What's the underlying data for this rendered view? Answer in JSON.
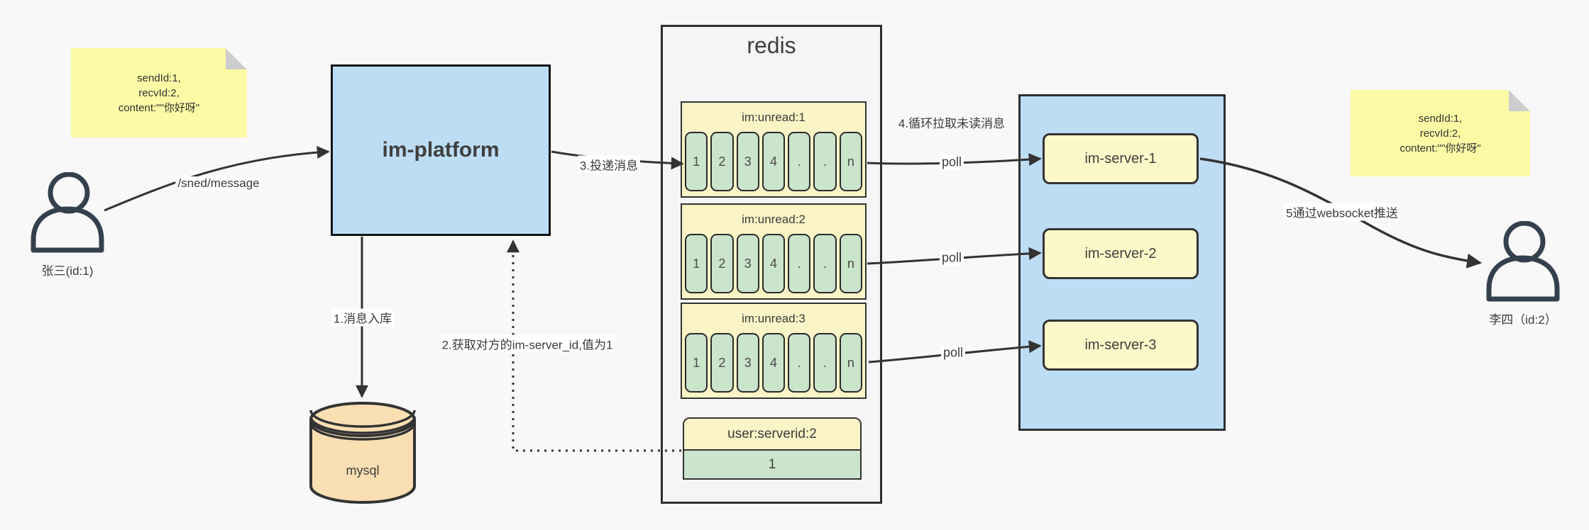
{
  "colors": {
    "background": "#f8f8f8",
    "note_yellow": "#fcfaa5",
    "container_blue": "#bdddf5",
    "server_yellow": "#fcf8c9",
    "header_yellow": "#faf4c6",
    "cell_green": "#cbe4cc",
    "mysql_orange": "#fadfb3",
    "redis_gray": "#f5f5f5",
    "line_dark": "#333333"
  },
  "notes": {
    "left": {
      "line1": "sendId:1,",
      "line2": "recvId:2,",
      "line3": "content:\"\"你好呀\""
    },
    "right": {
      "line1": "sendId:1,",
      "line2": "recvId:2,",
      "line3": "content:\"\"你好呀\""
    }
  },
  "actors": {
    "sender": {
      "label": "张三(id:1)"
    },
    "receiver": {
      "label": "李四（id:2）"
    }
  },
  "platform": {
    "title": "im-platform"
  },
  "database": {
    "title": "mysql"
  },
  "redis": {
    "title": "redis",
    "queues": [
      {
        "header": "im:unread:1",
        "cells": [
          "1",
          "2",
          "3",
          "4",
          ".",
          ".",
          "n"
        ]
      },
      {
        "header": "im:unread:2",
        "cells": [
          "1",
          "2",
          "3",
          "4",
          ".",
          ".",
          "n"
        ]
      },
      {
        "header": "im:unread:3",
        "cells": [
          "1",
          "2",
          "3",
          "4",
          ".",
          ".",
          "n"
        ]
      }
    ],
    "mapping": {
      "header": "user:serverid:2",
      "value": "1"
    }
  },
  "servers": [
    {
      "label": "im-server-1"
    },
    {
      "label": "im-server-2"
    },
    {
      "label": "im-server-3"
    }
  ],
  "edges": {
    "send": "/sned/message",
    "step1": "1.消息入库",
    "step2": "2.获取对方的im-server_id,值为1",
    "step3": "3.投递消息",
    "step4": "4.循环拉取未读消息",
    "poll": "poll",
    "step5": "5通过websocket推送"
  }
}
